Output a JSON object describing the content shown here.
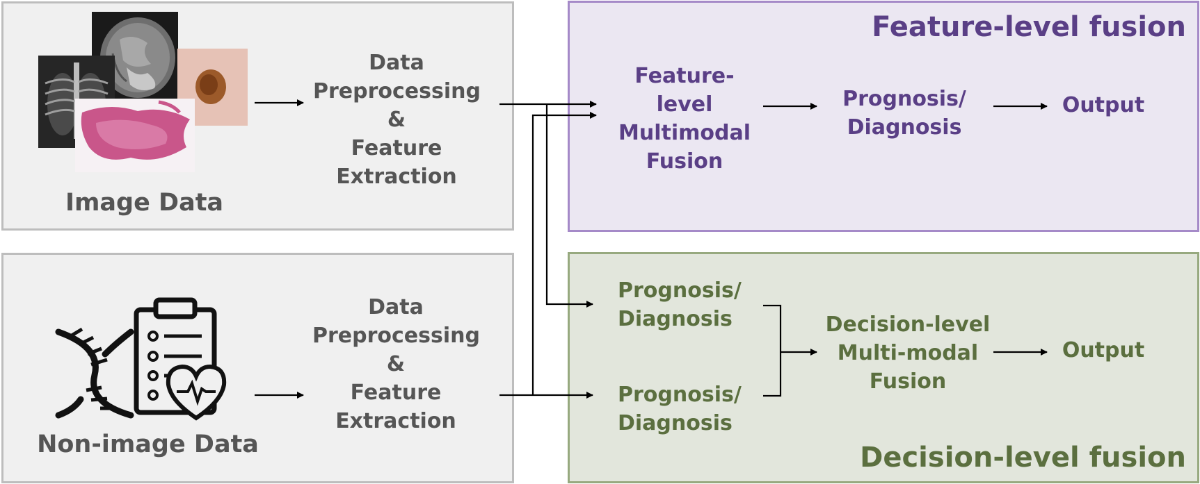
{
  "image_panel": {
    "label": "Image Data",
    "step": [
      "Data",
      "Preprocessing",
      "&",
      "Feature",
      "Extraction"
    ]
  },
  "nonimage_panel": {
    "label": "Non-image Data",
    "step": [
      "Data",
      "Preprocessing",
      "&",
      "Feature",
      "Extraction"
    ]
  },
  "feature_fusion": {
    "title": "Feature-level fusion",
    "fusion": [
      "Feature-",
      "level",
      "Multimodal",
      "Fusion"
    ],
    "prognosis": [
      "Prognosis/",
      "Diagnosis"
    ],
    "output": "Output"
  },
  "decision_fusion": {
    "title": "Decision-level fusion",
    "prognosis_top": [
      "Prognosis/",
      "Diagnosis"
    ],
    "prognosis_bottom": [
      "Prognosis/",
      "Diagnosis"
    ],
    "fusion": [
      "Decision-level",
      "Multi-modal",
      "Fusion"
    ],
    "output": "Output"
  },
  "colors": {
    "feature_text": "#5a3f86",
    "decision_text": "#5b6f3f",
    "gray_text": "#555555"
  },
  "icons": [
    "brain-mri-icon",
    "chest-xray-icon",
    "skin-lesion-icon",
    "histology-slide-icon",
    "dna-icon",
    "clipboard-icon",
    "heart-pulse-icon"
  ]
}
